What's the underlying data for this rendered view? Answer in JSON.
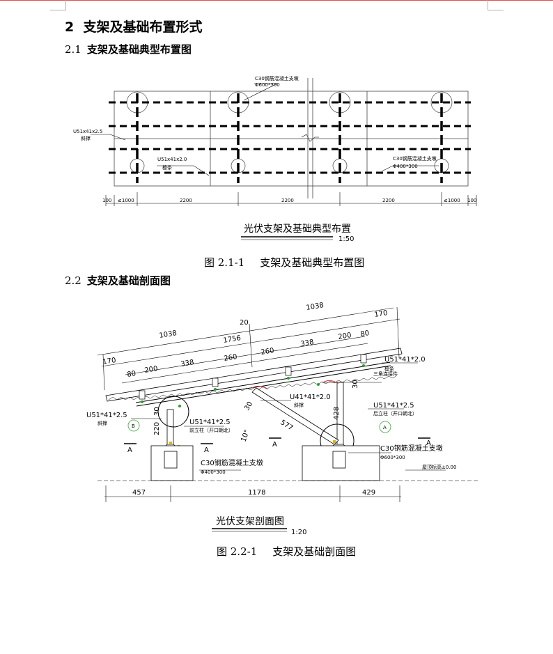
{
  "heading": {
    "number": "2",
    "title": "支架及基础布置形式"
  },
  "sections": [
    {
      "number": "2.1",
      "title": "支架及基础典型布置图"
    },
    {
      "number": "2.2",
      "title": "支架及基础剖面图"
    }
  ],
  "fig1": {
    "caption_label": "图 2.1-1",
    "caption_title": "支架及基础典型布置图",
    "labels": {
      "pile_big_1": "C30钢筋混凝土支墩",
      "pile_big_2": "Φ600*300",
      "brace_1": "U51x41x2.5",
      "brace_2": "斜撑",
      "purlin_1": "U51x41x2.0",
      "purlin_2": "檩条",
      "pile_small_1": "C30钢筋混凝土支墩",
      "pile_small_2": "Φ400*300"
    },
    "dims": [
      "100",
      "≤1000",
      "2200",
      "2200",
      "2200",
      "≤1000",
      "100"
    ],
    "title": "光伏支架及基础典型布置",
    "scale": "1:50"
  },
  "fig2": {
    "caption_label": "图 2.2-1",
    "caption_title": "支架及基础剖面图",
    "dims_top": {
      "d1038a": "1038",
      "d20": "20",
      "d1038b": "1038",
      "d170a": "170",
      "d1756": "1756",
      "d338a": "338",
      "d200a": "200",
      "d80a": "80",
      "d170b": "170",
      "d80b": "80",
      "d200b": "200",
      "d338b": "338",
      "d260a": "260",
      "d260b": "260"
    },
    "dims_bottom": [
      "457",
      "1178",
      "429"
    ],
    "dims_misc": {
      "d30a": "30",
      "d220": "220",
      "d30b": "30",
      "d428": "428",
      "d577": "577",
      "d30c": "30",
      "d10": "10°"
    },
    "labels": {
      "purlin_1": "U51*41*2.0",
      "purlin_2": "檩条",
      "tri_plate": "三角连接件",
      "diag_1": "U41*41*2.0",
      "diag_2": "斜撑",
      "rear_1": "U51*41*2.5",
      "rear_2": "后立柱（开口朝北）",
      "brace_1": "U51*41*2.5",
      "brace_2": "斜撑",
      "front_1": "U51*41*2.5",
      "front_2": "前立柱（开口朝北）",
      "pile_small_1": "C30钢筋混凝土支墩",
      "pile_small_2": "Φ400*300",
      "pile_big_1": "C30钢筋混凝土支墩",
      "pile_big_2": "Φ600*300",
      "elevation": "屋顶标高±0.00",
      "sec_a": "A",
      "det_b": "B"
    },
    "title": "光伏支架剖面图",
    "scale": "1:20"
  }
}
